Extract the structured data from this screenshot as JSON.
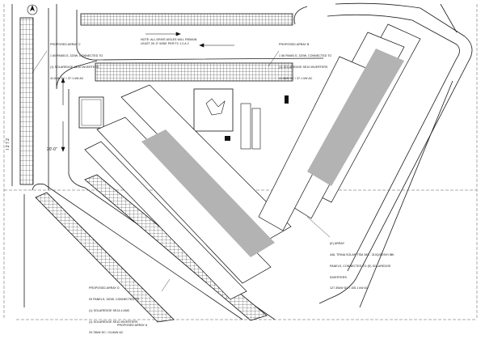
{
  "sheet": {
    "corner_label": "I 2 7 2",
    "north_arrow": "north-arrow-icon"
  },
  "dimensions": {
    "west_drive": "20'-0\"",
    "north_drive_note": "NOTE: ALL DRIVE AISLES WILL REMAIN\nLEAST 26'-0\" WIDE PER FC 1.0 A 2"
  },
  "arrays": {
    "array_c": {
      "title": "PROPOSED ARRAY C",
      "lines": [
        "1 60 PANELS, 320W, CONNECTED TO",
        "(1) SOLAREDGE SE10 INVERTERS",
        "41.6kW DC / 37.1 kW AC"
      ]
    },
    "array_b": {
      "title": "PROPOSED ARRAY B",
      "lines": [
        "1 56 PANELS, 320W, CONNECTED TO",
        "(1) SOLAREDGE SE10 INVERTERS",
        "41.6kW DC / 37.1 kW AC"
      ]
    },
    "array_e": {
      "title": "(E) ARRAY",
      "lines": [
        "446, TRINA SOLAR TSM 285 - 310Q/D0S/H IBK",
        "PANELS, CONNECTED TO (E) SOLAREDGE",
        "INVERTERS",
        "127.30kW DC / 105.1 kW AC"
      ]
    },
    "array_d": {
      "title": "PROPOSED ARRAY D",
      "lines": [
        "93 PANELS, 320W, CONNECTED TO",
        "(1) SOLAREDGE SE14.4 AND",
        "(1) SOLAREDGE SE10 INVERTERS",
        "29.76kW DC / 24.6kW AC"
      ]
    },
    "array_a": {
      "title": "PROPOSED ARRAY A"
    }
  },
  "colors": {
    "line": "#1a1a1a",
    "panel_fill": "#ffffff",
    "existing_array": "#b3b3b3",
    "background": "#ffffff"
  }
}
